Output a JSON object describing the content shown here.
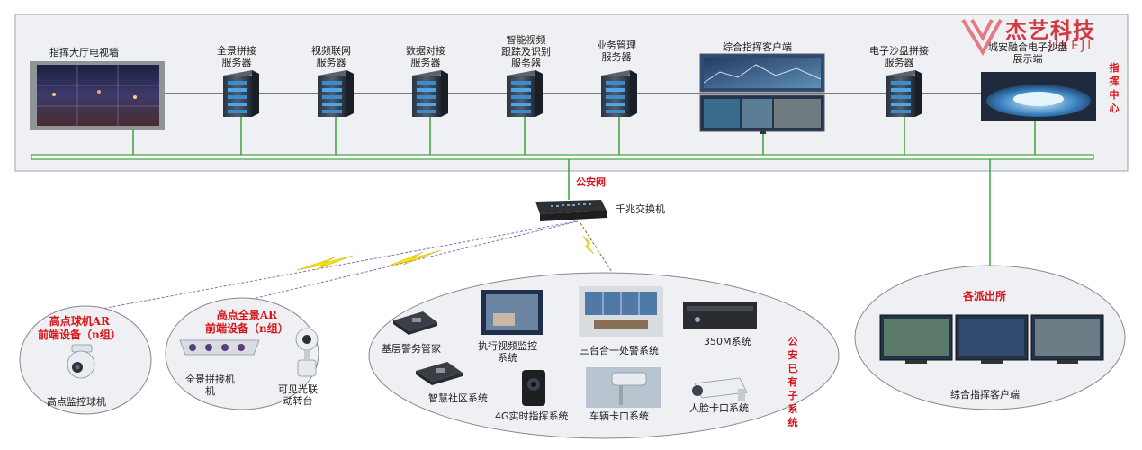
{
  "logo": {
    "cn": "杰艺科技",
    "en": "JIKEJI"
  },
  "center": {
    "side_label": "指挥中心",
    "nodes": [
      {
        "id": "video-wall",
        "label": "指挥大厅电视墙"
      },
      {
        "id": "panorama-server",
        "label": "全景拼接\n服务器"
      },
      {
        "id": "video-network-server",
        "label": "视频联网\n服务器"
      },
      {
        "id": "data-docking-server",
        "label": "数据对接\n服务器"
      },
      {
        "id": "smart-video-server",
        "label": "智能视频\n跟踪及识别\n服务器"
      },
      {
        "id": "business-server",
        "label": "业务管理\n服务器"
      },
      {
        "id": "command-client",
        "label": "综合指挥客户端"
      },
      {
        "id": "sandtable-server",
        "label": "电子沙盘拼接\n服务器"
      },
      {
        "id": "sandtable-display",
        "label": "城安融合电子沙盘\n展示端"
      }
    ]
  },
  "network": {
    "label": "公安网",
    "switch_label": "千兆交换机"
  },
  "groups": {
    "dome": {
      "title": "高点球机AR\n前端设备（n组）",
      "items": [
        {
          "label": "高点监控球机"
        }
      ]
    },
    "panorama": {
      "title": "高点全景AR\n前端设备（n组）",
      "items": [
        {
          "label": "全景拼接机\n机"
        },
        {
          "label": "可见光联\n动转台"
        }
      ]
    },
    "police": {
      "side_label": "公安已有子系统",
      "items": [
        {
          "label": "基层警务管家"
        },
        {
          "label": "执行视频监控\n系统"
        },
        {
          "label": "三台合一处警系统"
        },
        {
          "label": "350M系统"
        },
        {
          "label": "智慧社区系统"
        },
        {
          "label": "4G实时指挥系统"
        },
        {
          "label": "车辆卡口系统"
        },
        {
          "label": "人脸卡口系统"
        }
      ]
    },
    "station": {
      "title": "各派出所",
      "items": [
        {
          "label": "综合指挥客户端"
        }
      ]
    }
  }
}
